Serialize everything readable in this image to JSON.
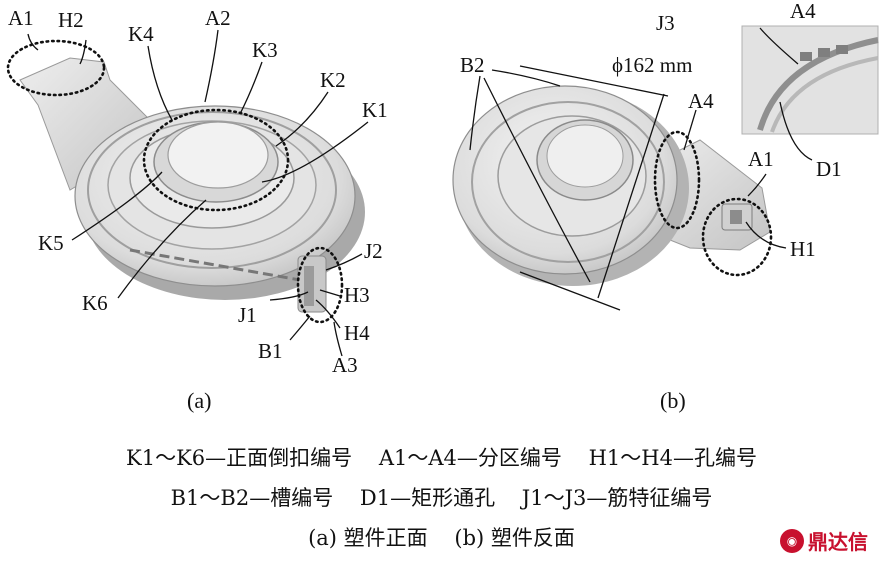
{
  "panel_a": {
    "labels": {
      "A1": "A1",
      "H2": "H2",
      "K4": "K4",
      "A2": "A2",
      "K3": "K3",
      "K2": "K2",
      "K1": "K1",
      "K5": "K5",
      "K6": "K6",
      "J2": "J2",
      "H3": "H3",
      "J1": "J1",
      "H4": "H4",
      "B1": "B1",
      "A3": "A3"
    },
    "sublabel": "(a)"
  },
  "panel_b": {
    "labels": {
      "B2": "B2",
      "diameter": "ϕ162 mm",
      "J3": "J3",
      "A4_top": "A4",
      "A4": "A4",
      "A1": "A1",
      "D1": "D1",
      "H1": "H1"
    },
    "sublabel": "(b)"
  },
  "caption": {
    "line1": "K1～K6—正面倒扣编号    A1～A4—分区编号    H1～H4—孔编号",
    "line2": "B1～B2—槽编号    D1—矩形通孔    J1～J3—筋特征编号",
    "line3": "(a) 塑件正面    (b) 塑件反面"
  },
  "watermark": {
    "text": "鼎达信",
    "color": "#c8102e"
  }
}
